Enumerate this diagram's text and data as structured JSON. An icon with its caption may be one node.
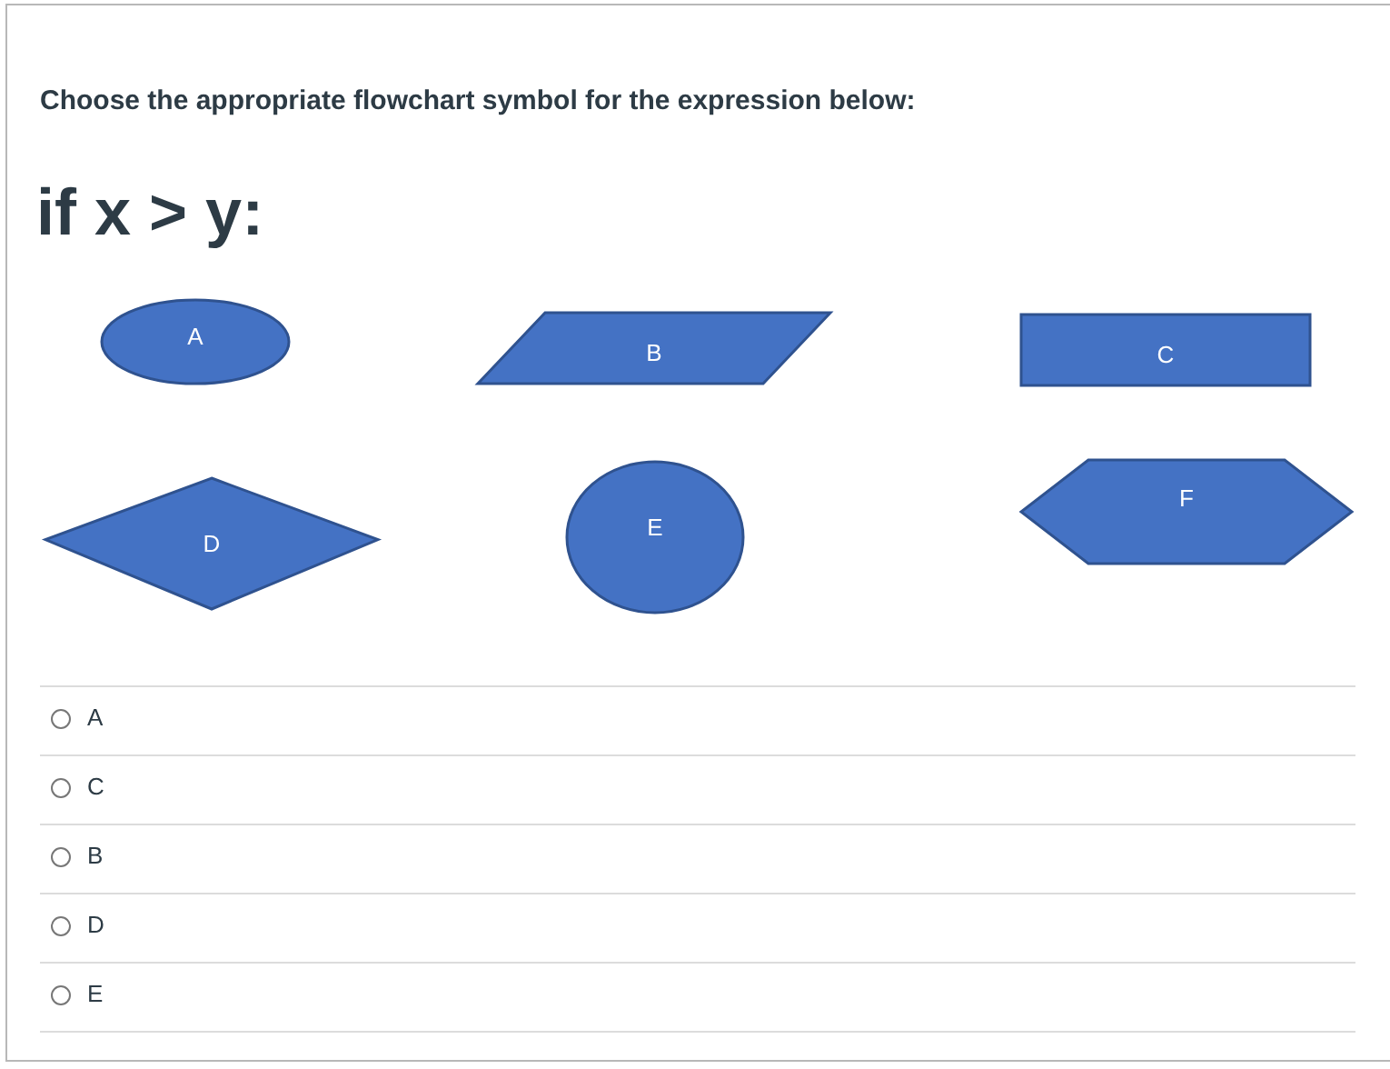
{
  "diagram": {
    "title": "Choose the appropriate flowchart symbol for the expression below:",
    "nodes": [
      {
        "text": [
          "A"
        ]
      },
      {
        "text": [
          "B"
        ]
      },
      {
        "text": [
          "C"
        ]
      },
      {
        "text": [
          "D"
        ]
      },
      {
        "text": [
          "E"
        ]
      },
      {
        "text": [
          "F"
        ]
      }
    ],
    "labels": [
      "if x > y:",
      "A",
      "C",
      "B",
      "D",
      "E"
    ]
  }
}
